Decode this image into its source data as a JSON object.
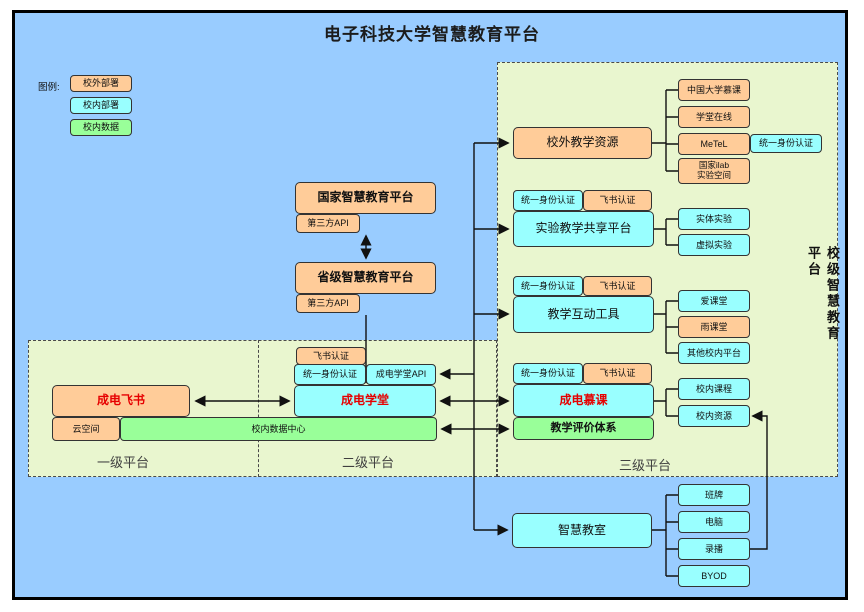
{
  "title": "电子科技大学智慧教育平台",
  "legend": {
    "label": "图例:",
    "external": "校外部署",
    "internal": "校内部署",
    "data": "校内数据"
  },
  "sections": {
    "level1": "一级平台",
    "level2": "二级平台",
    "level3": "三级平台",
    "vertical": "校级智慧教育平台"
  },
  "colors": {
    "external_fill": "#FFCC99",
    "internal_fill": "#99FFFF",
    "data_fill": "#99FF99",
    "canvas": "#99CCFF",
    "container_fill": "#E9F6CF",
    "highlight_text": "#E60000"
  },
  "nodes": {
    "national": "国家智慧教育平台",
    "provincial": "省级智慧教育平台",
    "third_party_api": "第三方API",
    "feishu": "成电飞书",
    "cloud_space": "云空间",
    "data_center": "校内数据中心",
    "feishu_auth": "飞书认证",
    "sso": "统一身份认证",
    "xuetang_api": "成电学堂API",
    "xuetang": "成电学堂",
    "external_resources": "校外教学资源",
    "icourse": "中国大学慕课",
    "xuetangx": "学堂在线",
    "metel": "MeTeL",
    "ilab": "国家ilab\n实验空间",
    "lab_platform": "实验教学共享平台",
    "physical_lab": "实体实验",
    "virtual_lab": "虚拟实验",
    "interact_tools": "教学互动工具",
    "aiketang": "爱课堂",
    "yuketang": "雨课堂",
    "other_campus_platforms": "其他校内平台",
    "mooc": "成电慕课",
    "evaluation": "教学评价体系",
    "campus_courses": "校内课程",
    "campus_resources": "校内资源",
    "smart_classroom": "智慧教室",
    "class_board": "班牌",
    "computer": "电脑",
    "recording": "录播",
    "byod": "BYOD"
  }
}
